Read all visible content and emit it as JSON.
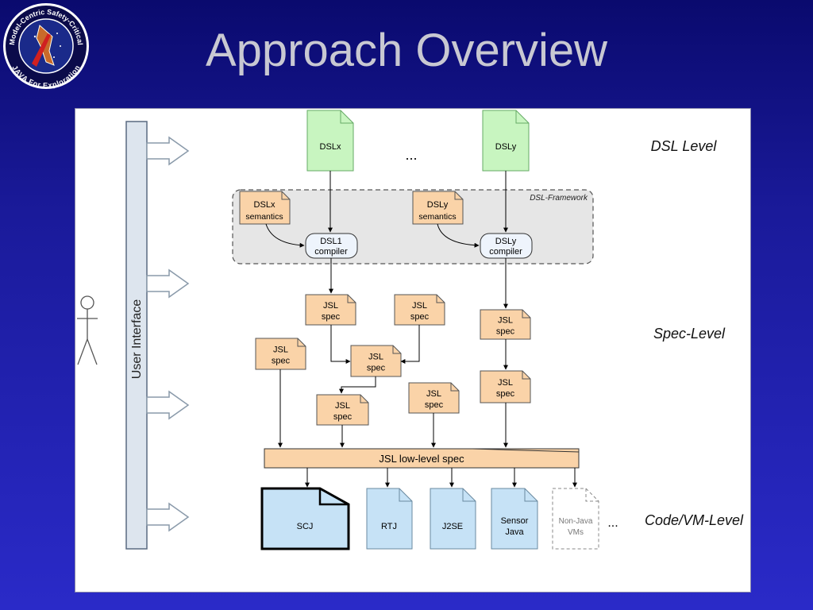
{
  "slide": {
    "title": "Approach Overview",
    "logo_top_text": "Model-Centric Safety-Critical",
    "logo_bottom_text": "JAVA For Exploration"
  },
  "levels": {
    "dsl": "DSL Level",
    "spec": "Spec-Level",
    "code": "Code/VM-Level"
  },
  "ui_bar_label": "User Interface",
  "framework_label": "DSL-Framework",
  "dsl_docs": {
    "x": "DSLx",
    "y": "DSLy",
    "ellipsis": "..."
  },
  "semantics": {
    "x_line1": "DSLx",
    "x_line2": "semantics",
    "y_line1": "DSLy",
    "y_line2": "semantics"
  },
  "compilers": {
    "c1_line1": "DSL1",
    "c1_line2": "compiler",
    "c2_line1": "DSLy",
    "c2_line2": "compiler"
  },
  "spec": {
    "line1": "JSL",
    "line2": "spec"
  },
  "lowlevel": "JSL low-level spec",
  "targets": {
    "scj": "SCJ",
    "rtj": "RTJ",
    "j2se": "J2SE",
    "sensor_line1": "Sensor",
    "sensor_line2": "Java",
    "nonjava_line1": "Non-Java",
    "nonjava_line2": "VMs",
    "ellipsis": "..."
  },
  "colors": {
    "dsl_doc": "#c8f5c0",
    "spec_doc": "#fad3a8",
    "target_doc": "#c6e2f6",
    "framework_bg": "#e6e6e6",
    "ui_bar": "#dde5ee",
    "title": "#c8c8d2"
  }
}
